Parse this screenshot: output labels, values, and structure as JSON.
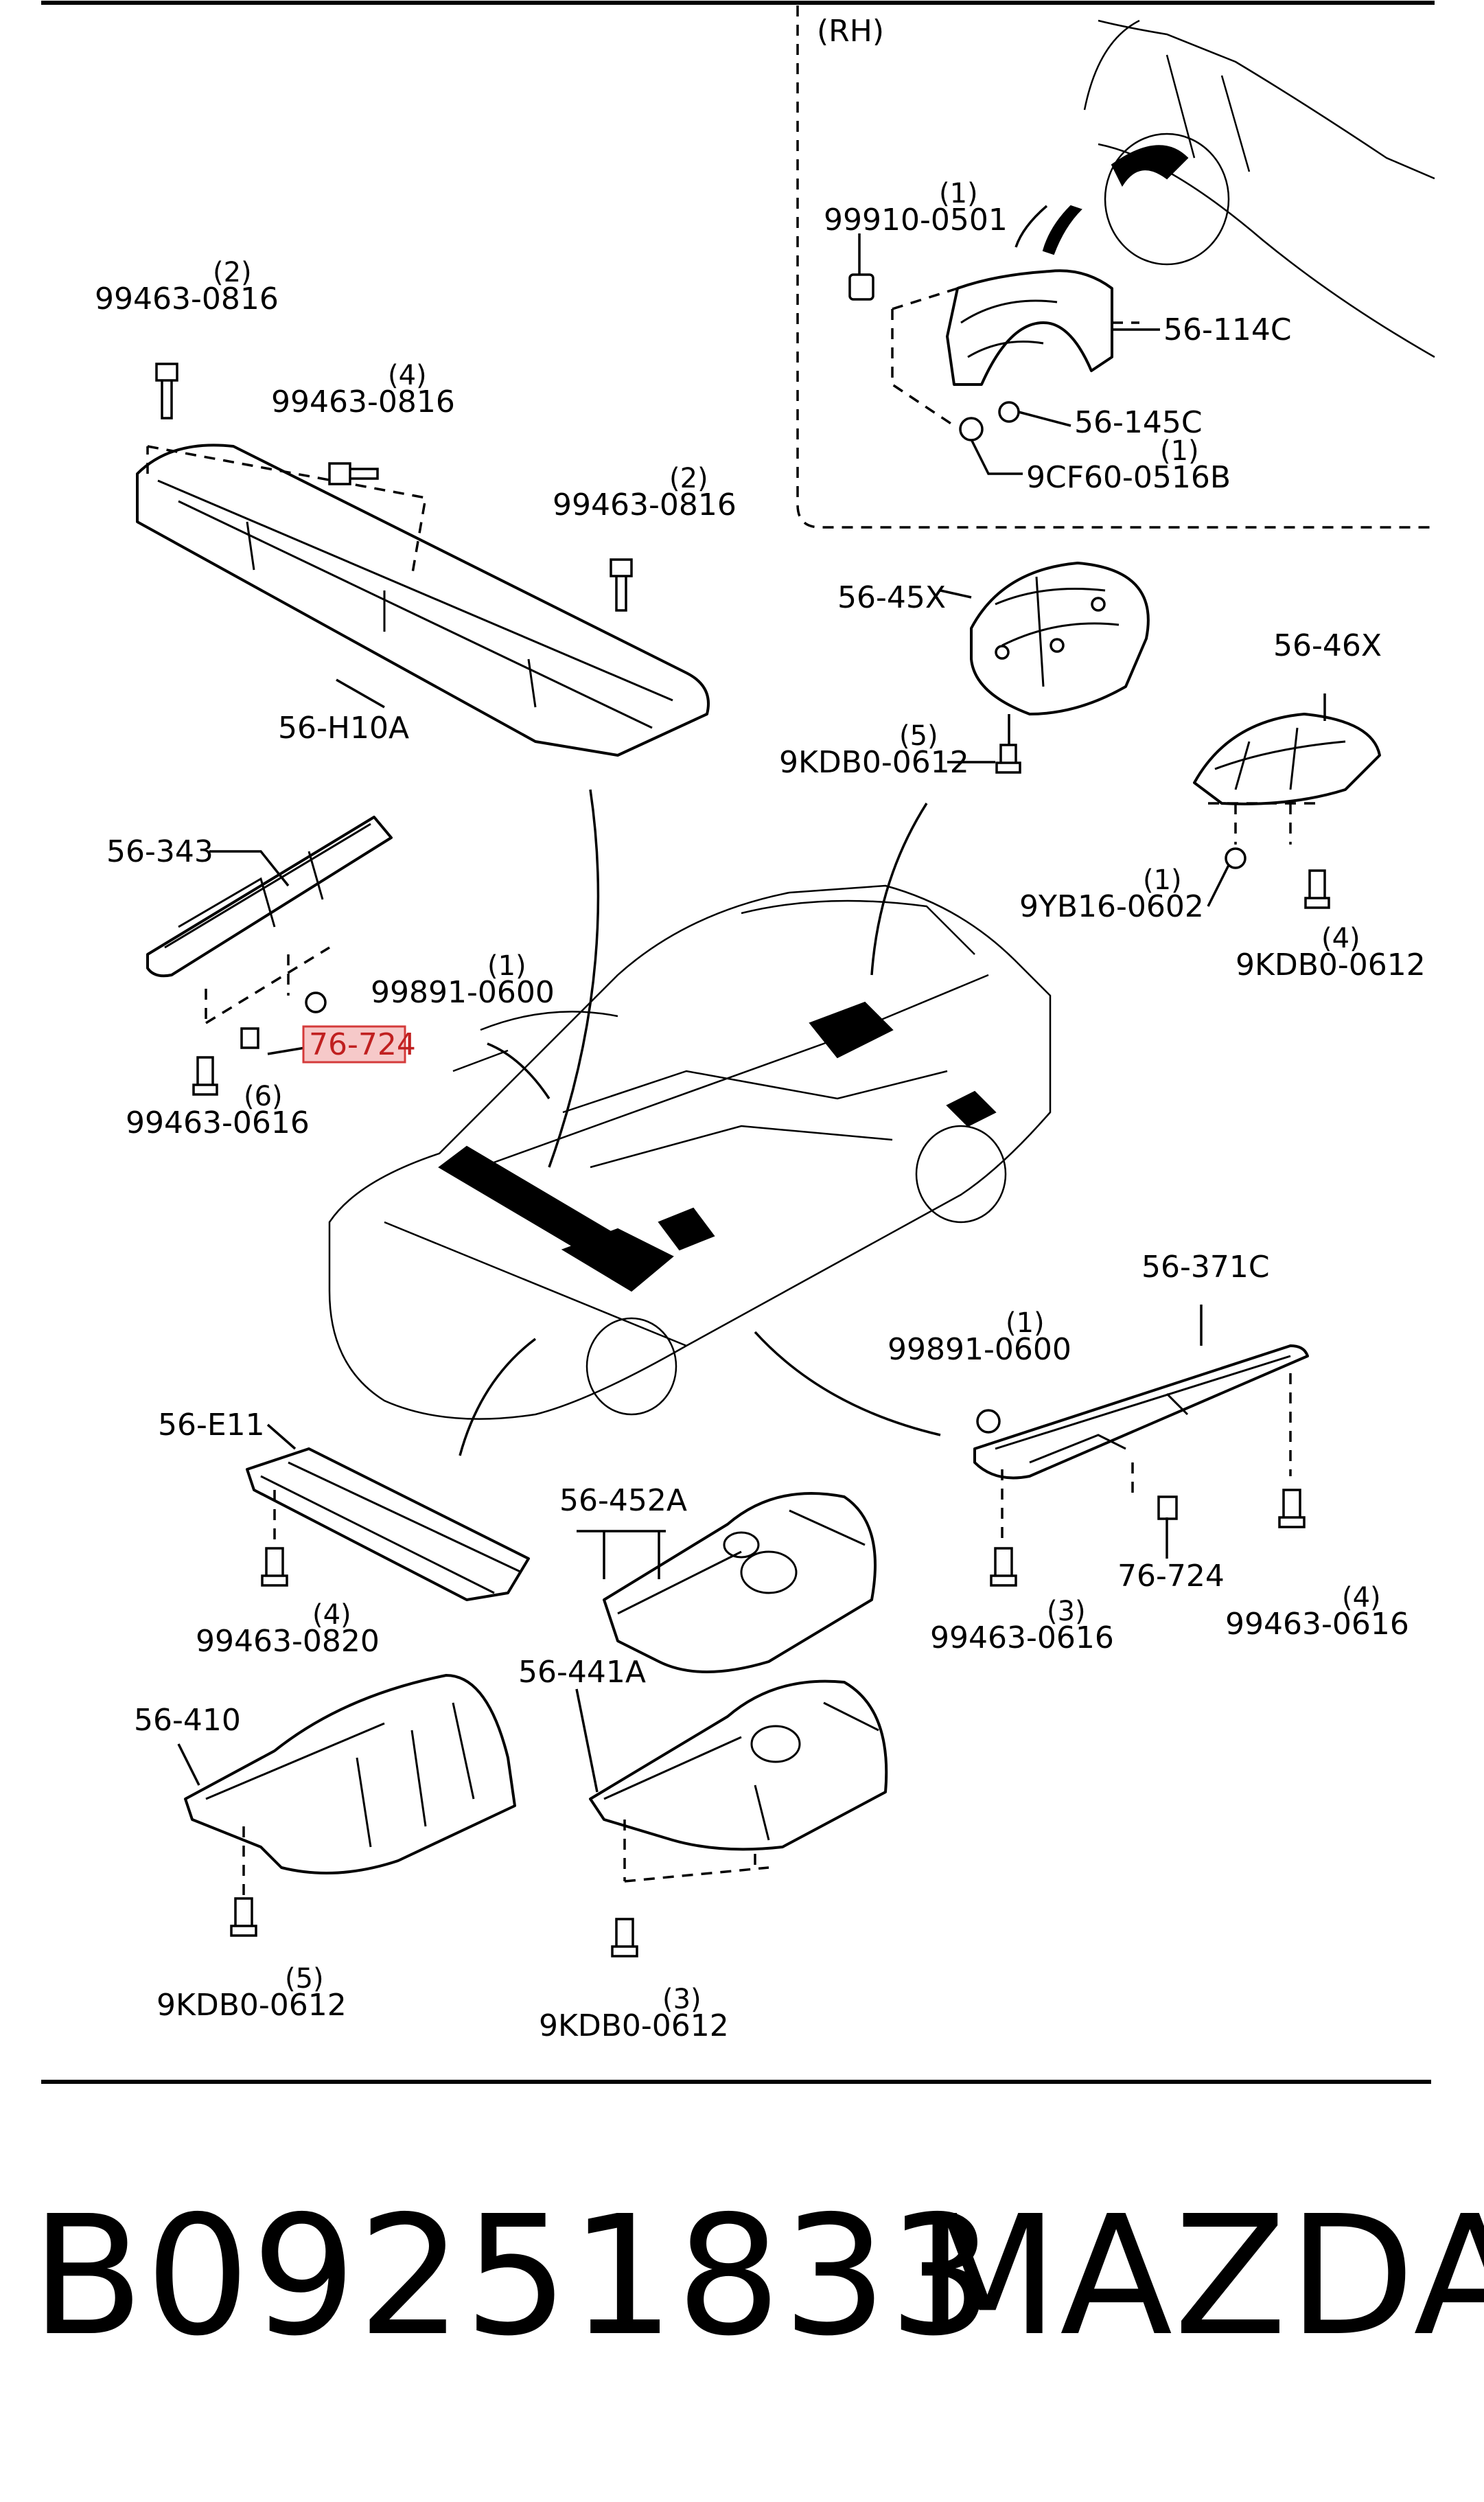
{
  "inset": {
    "label": "(RH)"
  },
  "labels": {
    "p_99463_0816_a": {
      "code": "99463-0816",
      "qty": "(2)"
    },
    "p_99463_0816_b": {
      "code": "99463-0816",
      "qty": "(4)"
    },
    "p_99463_0816_c": {
      "code": "99463-0816",
      "qty": "(2)"
    },
    "p_56_H10A": {
      "code": "56-H10A"
    },
    "p_99910_0501": {
      "code": "99910-0501",
      "qty": "(1)"
    },
    "p_56_114C": {
      "code": "56-114C"
    },
    "p_56_145C": {
      "code": "56-145C"
    },
    "p_9CF60_0516B": {
      "code": "9CF60-0516B",
      "qty": "(1)"
    },
    "p_56_45X": {
      "code": "56-45X"
    },
    "p_9KDB0_0612_a": {
      "code": "9KDB0-0612",
      "qty": "(5)"
    },
    "p_56_46X": {
      "code": "56-46X"
    },
    "p_9YB16_0602": {
      "code": "9YB16-0602",
      "qty": "(1)"
    },
    "p_9KDB0_0612_b": {
      "code": "9KDB0-0612",
      "qty": "(4)"
    },
    "p_56_343": {
      "code": "56-343"
    },
    "p_99891_0600_a": {
      "code": "99891-0600",
      "qty": "(1)"
    },
    "p_76_724_a": {
      "code": "76-724"
    },
    "p_99463_0616_a": {
      "code": "99463-0616",
      "qty": "(6)"
    },
    "p_56_371C": {
      "code": "56-371C"
    },
    "p_99891_0600_b": {
      "code": "99891-0600",
      "qty": "(1)"
    },
    "p_76_724_b": {
      "code": "76-724"
    },
    "p_99463_0616_b": {
      "code": "99463-0616",
      "qty": "(3)"
    },
    "p_99463_0616_c": {
      "code": "99463-0616",
      "qty": "(4)"
    },
    "p_56_E11": {
      "code": "56-E11"
    },
    "p_99463_0820": {
      "code": "99463-0820",
      "qty": "(4)"
    },
    "p_56_452A": {
      "code": "56-452A"
    },
    "p_56_441A": {
      "code": "56-441A"
    },
    "p_56_410": {
      "code": "56-410"
    },
    "p_9KDB0_0612_c": {
      "code": "9KDB0-0612",
      "qty": "(5)"
    },
    "p_9KDB0_0612_d": {
      "code": "9KDB0-0612",
      "qty": "(3)"
    }
  },
  "footer": {
    "part_number": "B09251833",
    "brand": "MAZDA"
  }
}
